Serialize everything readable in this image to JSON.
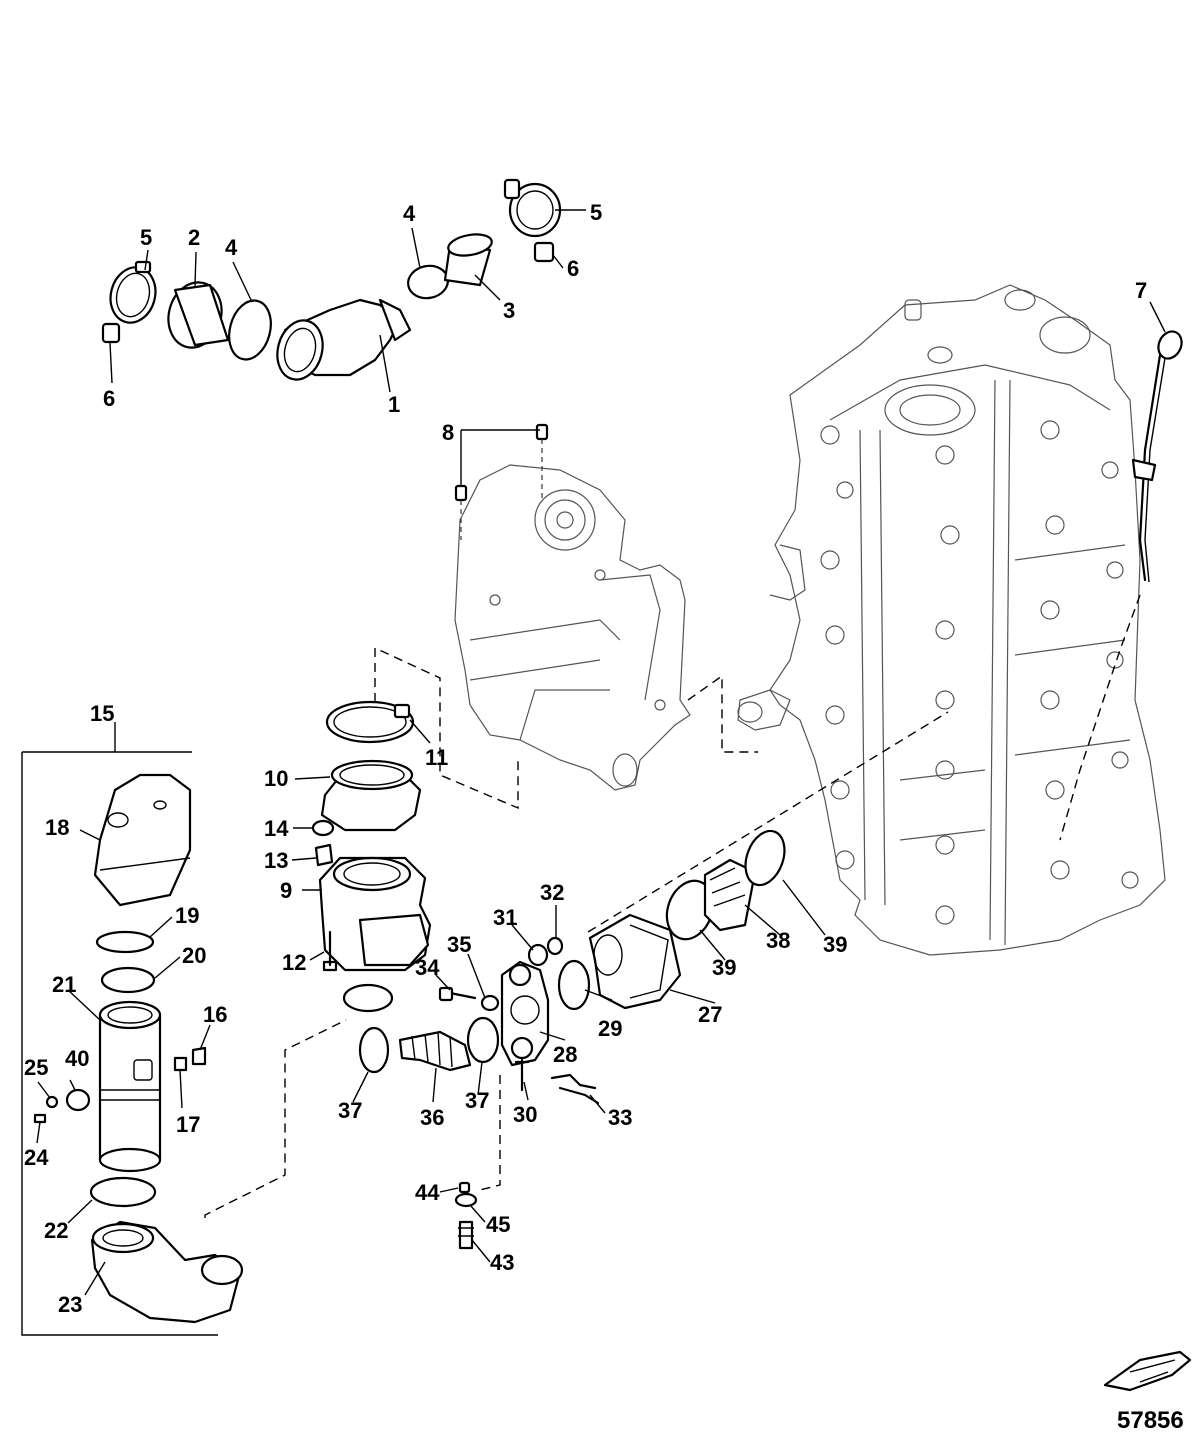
{
  "diagram": {
    "callouts": [
      "1",
      "2",
      "3",
      "4",
      "4",
      "5",
      "5",
      "6",
      "6",
      "7",
      "8",
      "9",
      "10",
      "11",
      "12",
      "13",
      "14",
      "15",
      "16",
      "17",
      "18",
      "19",
      "20",
      "21",
      "22",
      "23",
      "24",
      "25",
      "27",
      "28",
      "29",
      "30",
      "31",
      "32",
      "33",
      "34",
      "35",
      "36",
      "37",
      "37",
      "38",
      "39",
      "39",
      "40",
      "43",
      "44",
      "45"
    ],
    "reference_number": "57856"
  }
}
